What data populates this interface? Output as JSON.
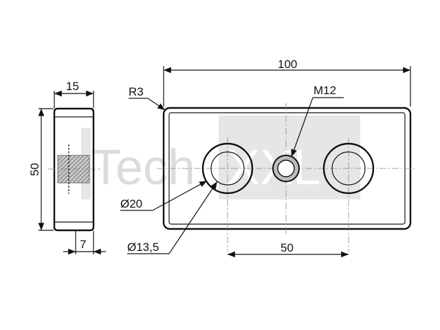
{
  "drawing": {
    "watermark": {
      "text_left": "Tech",
      "text_right": "XXL"
    },
    "dimensions": {
      "side_thickness": "15",
      "side_height": "50",
      "side_offset": "7",
      "overall_length": "100",
      "corner_radius": "R3",
      "thread": "M12",
      "counterbore_diameter": "Ø20",
      "hole_diameter": "Ø13,5",
      "hole_spacing": "50"
    },
    "colors": {
      "line": "#111111",
      "watermark": "#dcdcdc",
      "watermark_box": "#e6e6e6",
      "thread_fill": "#bdbdbd"
    }
  }
}
